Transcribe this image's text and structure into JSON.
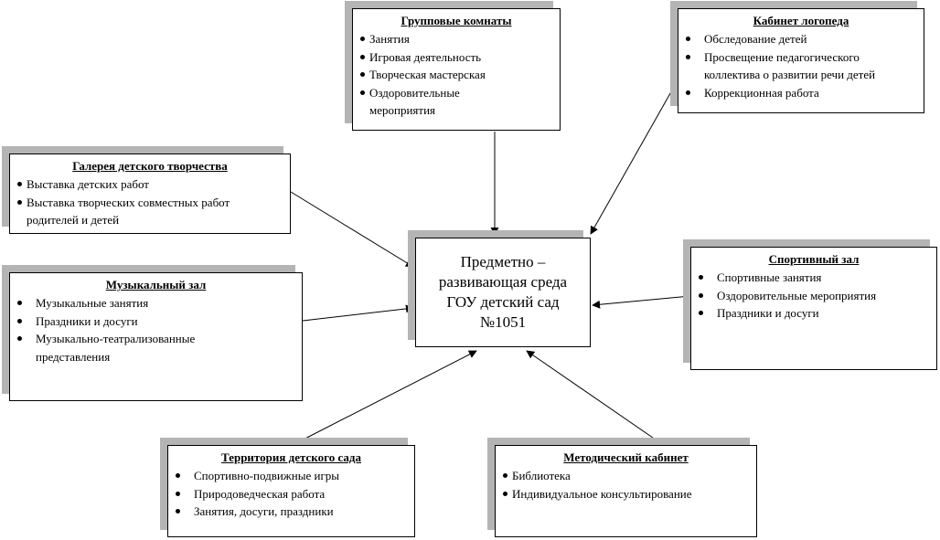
{
  "center": {
    "text": "Предметно – развивающая среда ГОУ детский сад №1051"
  },
  "group_rooms": {
    "title": "Групповые комнаты",
    "items": [
      "Занятия",
      "Игровая деятельность",
      "Творческая мастерская",
      "Оздоровительные мероприятия"
    ]
  },
  "speech_therapist": {
    "title": "Кабинет логопеда",
    "items": [
      "Обследование детей",
      "Просвещение педагогического коллектива о развитии речи детей",
      "Коррекционная работа"
    ]
  },
  "gallery": {
    "title": "Галерея детского творчества",
    "items": [
      "Выставка детских работ",
      "Выставка творческих совместных работ родителей и детей"
    ]
  },
  "music_hall": {
    "title": "Музыкальный зал",
    "items": [
      "Музыкальные занятия",
      "Праздники и досуги",
      "Музыкально-театрализованные представления"
    ]
  },
  "sports_hall": {
    "title": "Спортивный зал",
    "items": [
      "Спортивные занятия",
      "Оздоровительные мероприятия",
      "Праздники и досуги"
    ]
  },
  "territory": {
    "title": "Территория детского сада",
    "items": [
      "Спортивно-подвижные игры",
      "Природоведческая работа",
      "Занятия, досуги, праздники"
    ]
  },
  "methodical": {
    "title": "Методический кабинет",
    "items": [
      "Библиотека",
      "Индивидуальное консультирование"
    ]
  }
}
